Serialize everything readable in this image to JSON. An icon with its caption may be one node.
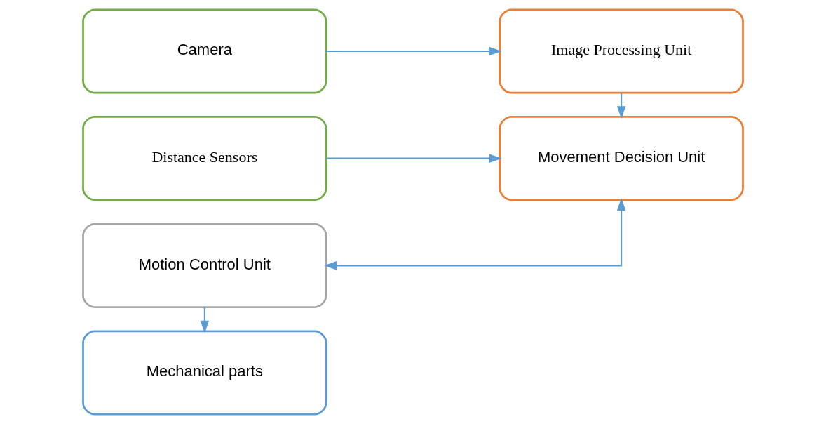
{
  "diagram": {
    "nodes": [
      {
        "text": [
          "Camera"
        ]
      },
      {
        "text": [
          "Image Processing Unit"
        ]
      },
      {
        "text": [
          "Distance Sensors"
        ]
      },
      {
        "text": [
          "Movement Decision Unit"
        ]
      },
      {
        "text": [
          "Motion Control Unit"
        ]
      },
      {
        "text": [
          "Mechanical parts"
        ]
      }
    ],
    "edges": [
      {
        "from": 0,
        "to": 1,
        "arrow": "to"
      },
      {
        "from": 1,
        "to": 3,
        "arrow": "to"
      },
      {
        "from": 2,
        "to": 3,
        "arrow": "to"
      },
      {
        "from": 4,
        "to": 3,
        "arrow": "both"
      },
      {
        "from": 4,
        "to": 5,
        "arrow": "to"
      }
    ]
  }
}
